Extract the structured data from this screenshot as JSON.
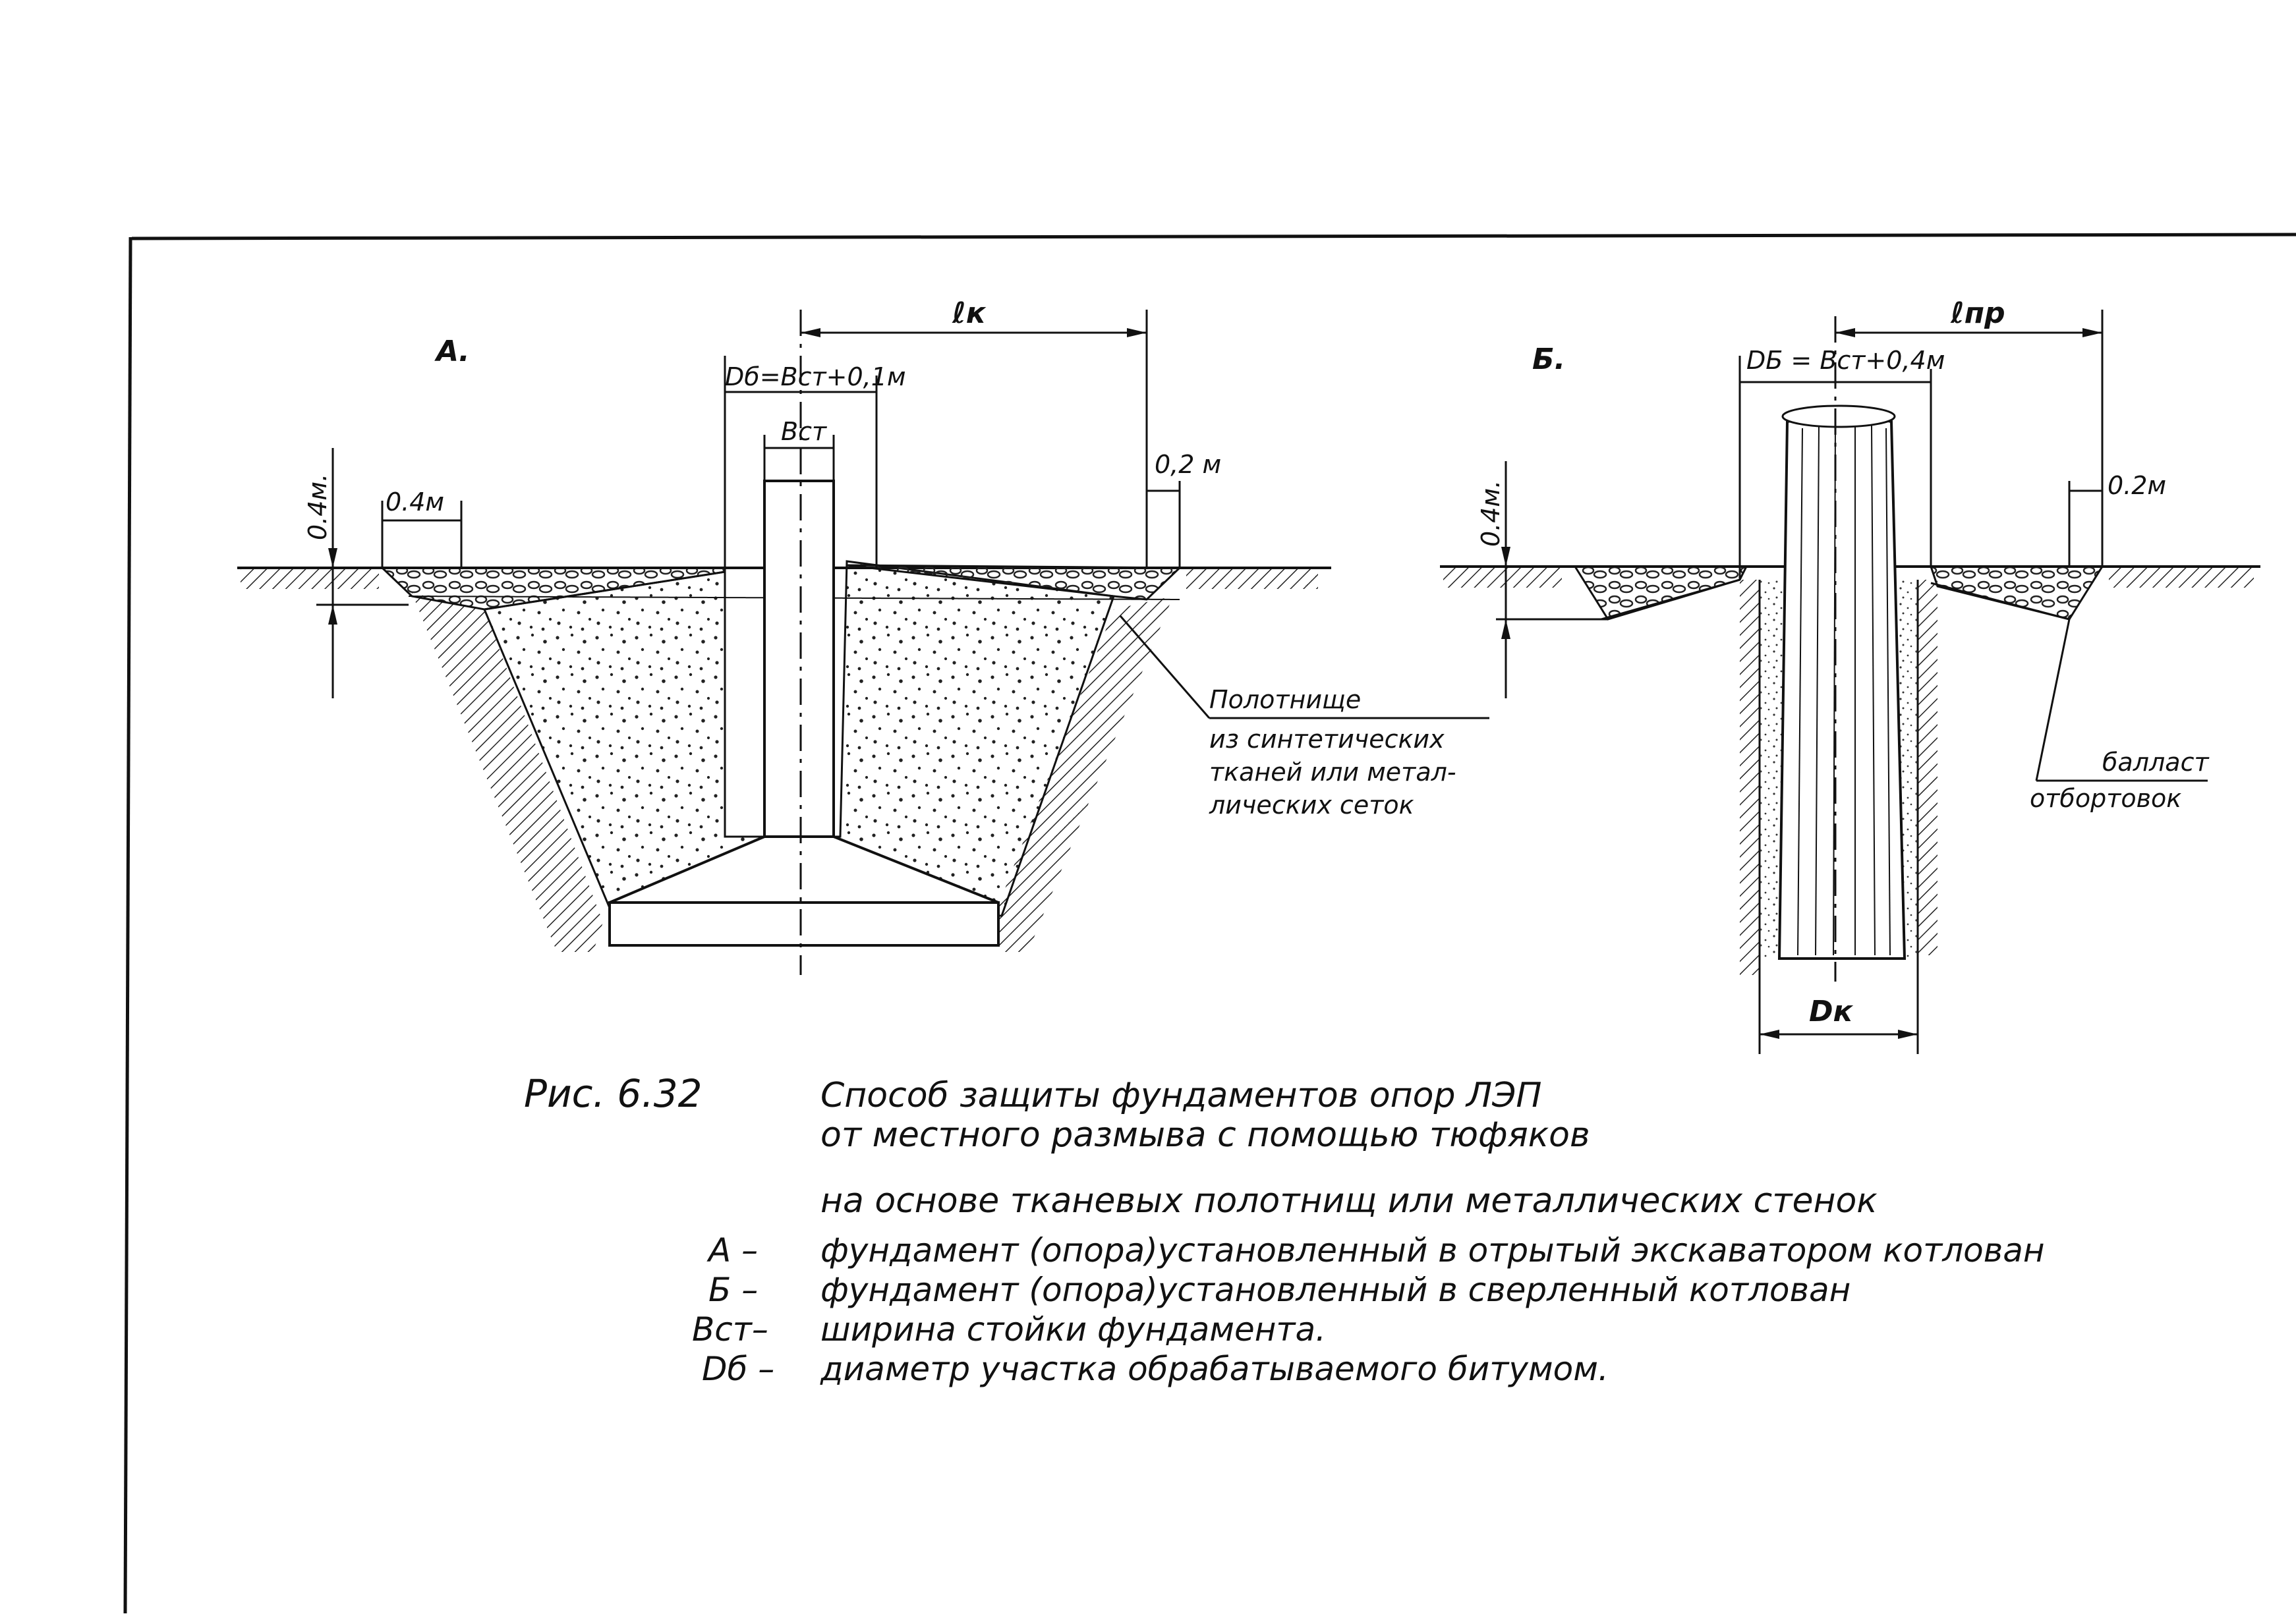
{
  "figure": {
    "panel_a_label": "А.",
    "panel_b_label": "Б.",
    "a": {
      "lk": "ℓк",
      "db_formula": "Dб=Вст+0,1м",
      "bst": "Вст",
      "d02": "0,2 м",
      "d04_vert": "0.4м.",
      "d04_horiz": "0.4м",
      "note_lines": [
        "Полотнище",
        "из синтетических",
        "тканей или метал-",
        "лических сеток"
      ]
    },
    "b": {
      "lpr": "ℓпр",
      "db_formula": "DБ = Вст+0,4м",
      "d02": "0.2м",
      "d04_vert": "0.4м.",
      "dk": "Dк",
      "note_lines": [
        "балласт",
        "отбортовок"
      ]
    }
  },
  "caption": {
    "figure_number": "Рис. 6.32",
    "title_lines": [
      "Способ защиты фундаментов опор ЛЭП",
      "от местного размыва с помощью тюфяков",
      "на основе тканевых полотнищ или металлических стенок"
    ],
    "legend": [
      {
        "key": "А –",
        "text": "фундамент (опора)установленный в отрытый экскаватором котлован"
      },
      {
        "key": "Б –",
        "text": "фундамент (опора)установленный в сверленный котлован"
      },
      {
        "key": "Вст–",
        "text": "ширина стойки фундамента."
      },
      {
        "key": "Dб –",
        "text": "диаметр участка обрабатываемого битумом."
      }
    ]
  }
}
